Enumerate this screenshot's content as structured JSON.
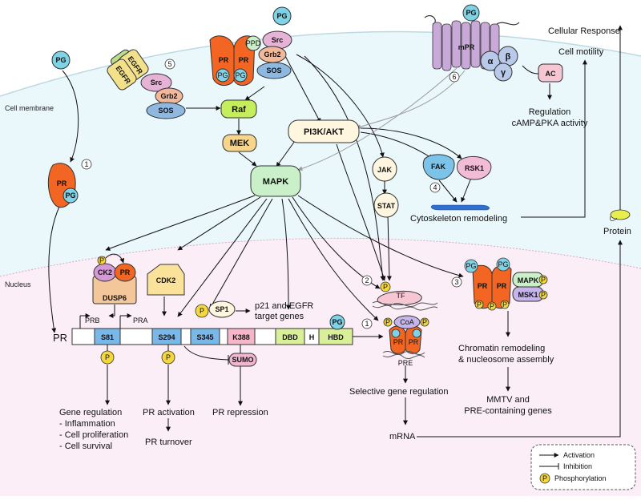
{
  "regions": {
    "cell_membrane": "Cell membrane",
    "nucleus": "Nucleus"
  },
  "ligands": {
    "pg": "PG"
  },
  "receptors": {
    "pr": "PR",
    "mpr": "mPR",
    "egf": "EGF",
    "egfr": "EGFR",
    "ppd": "PPD"
  },
  "signaling": {
    "src": "Src",
    "grb2": "Grb2",
    "sos": "SOS",
    "raf": "Raf",
    "mek": "MEK",
    "mapk": "MAPK",
    "pi3k_akt": "PI3K/AKT",
    "jak": "JAK",
    "stat": "STAT",
    "fak": "FAK",
    "rsk1": "RSK1",
    "alpha": "α",
    "beta": "β",
    "gamma": "γ",
    "ac": "AC",
    "ck2": "CK2",
    "dusp6": "DUSP6",
    "cdk2": "CDK2",
    "sp1": "SP1",
    "tf": "TF",
    "msk1": "MSK1",
    "coa": "CoA",
    "p": "P",
    "sumo": "SUMO",
    "pre": "PRE"
  },
  "gene": {
    "label": "PR",
    "prb": "PRB",
    "pra": "PRA",
    "s81": "S81",
    "s294": "S294",
    "s345": "S345",
    "k388": "K388",
    "dbd": "DBD",
    "h": "H",
    "hbd": "HBD"
  },
  "pathway_numbers": [
    "1",
    "2",
    "3",
    "4",
    "5",
    "6"
  ],
  "outcomes": {
    "cellular_response": "Cellular Response",
    "cell_motility": "Cell motility",
    "regulation_line1": "Regulation",
    "regulation_line2": "cAMP&PKA activity",
    "cytoskeleton": "Cytoskeleton remodeling",
    "protein": "Protein",
    "p21_line1": "p21 and EGFR",
    "p21_line2": "target genes",
    "chromatin_line1": "Chromatin remodeling",
    "chromatin_line2": "& nucleosome assembly",
    "mmtv_line1": "MMTV and",
    "mmtv_line2": "PRE-containing genes",
    "selective": "Selective gene regulation",
    "mrna": "mRNA",
    "gene_regulation": "Gene regulation",
    "inflammation": "- Inflammation",
    "proliferation": "- Cell proliferation",
    "survival": "- Cell survival",
    "pr_activation": "PR activation",
    "pr_turnover": "PR turnover",
    "pr_repression": "PR repression"
  },
  "legend": {
    "activation": "Activation",
    "inhibition": "Inhibition",
    "phosphorylation": "Phosphorylation"
  },
  "colors": {
    "extracellular": "#ffffff",
    "cytoplasm": "#eaf7fb",
    "nucleus": "#fbeef6",
    "pr": "#f26522",
    "pg": "#7fd3e6",
    "egfr": "#f2e08a",
    "egf": "#b9dd8a",
    "src": "#e6b3d6",
    "grb2": "#f3b89a",
    "sos": "#8fb8e0",
    "raf": "#c5ef5a",
    "mek": "#f7d58a",
    "mapk": "#c9f0c8",
    "pi3k": "#fff6e0",
    "mpr": "#c9a9d9",
    "g_protein": "#b9c9e9",
    "ac": "#f6c6d2",
    "phospho": "#f5d73a",
    "s_site": "#7ab8ea",
    "k388": "#f6b6c9",
    "domain": "#d9ef9a",
    "sumo": "#f3b6d0",
    "cdk2": "#fbe29a",
    "dusp6": "#f3c79a",
    "ck2": "#d59ad6",
    "msk1": "#c5b5ea",
    "fak": "#7cc3ea",
    "rsk1": "#f3bcd6",
    "protein_blob": "#e9ef4a"
  }
}
